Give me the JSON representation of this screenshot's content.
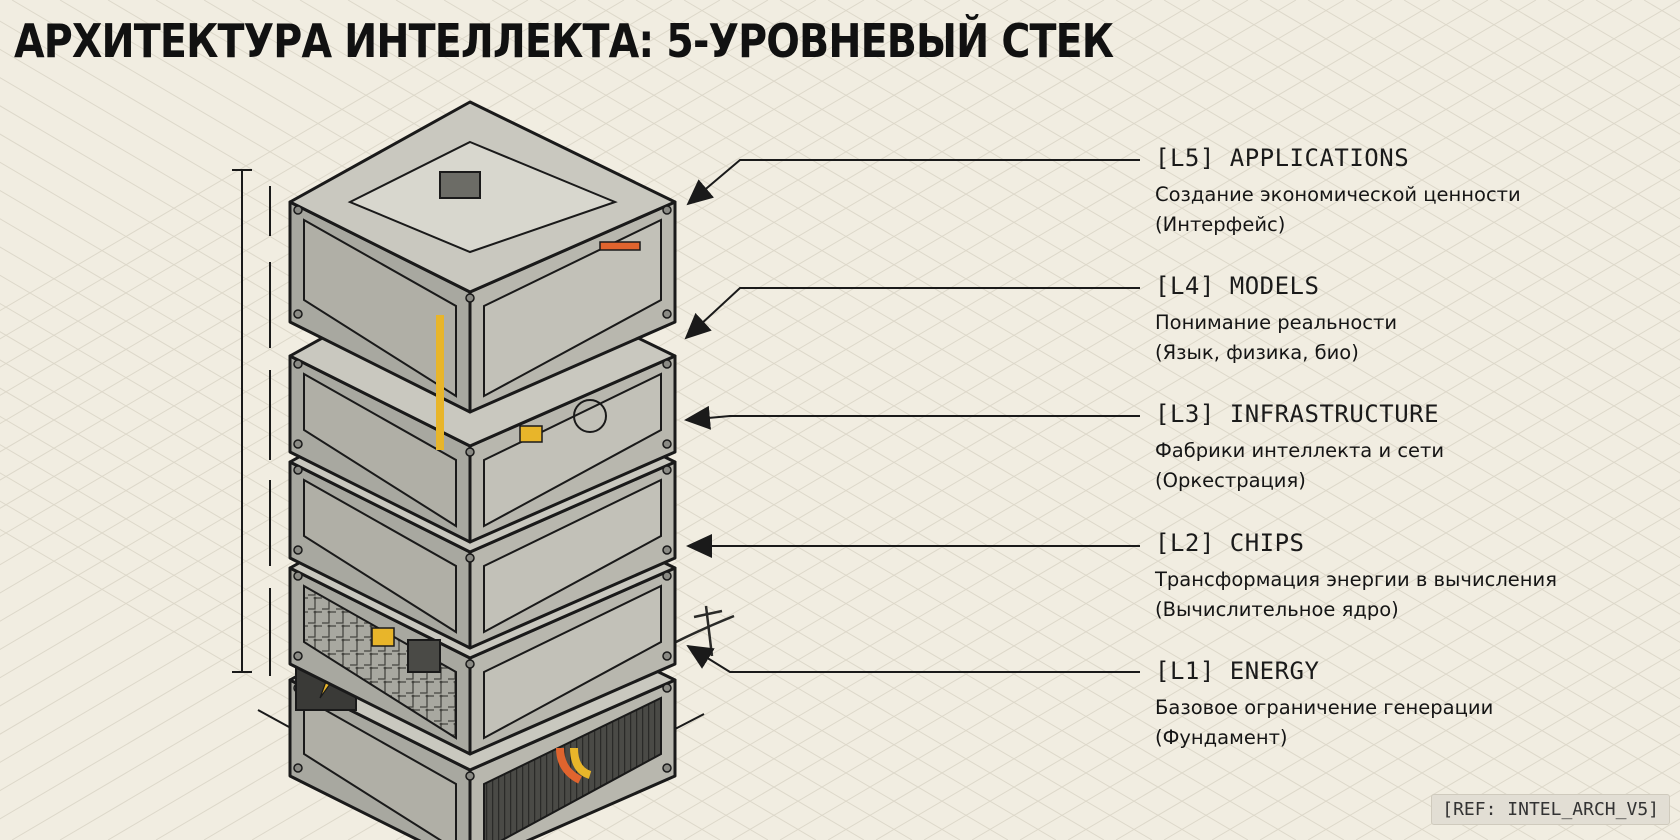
{
  "title": "АРХИТЕКТУРА ИНТЕЛЛЕКТА: 5-УРОВНЕВЫЙ СТЕК",
  "layers": [
    {
      "code": "[L5] APPLICATIONS",
      "desc": "Создание экономической ценности",
      "sub": "(Интерфейс)"
    },
    {
      "code": "[L4] MODELS",
      "desc": "Понимание реальности",
      "sub": "(Язык, физика, био)"
    },
    {
      "code": "[L3] INFRASTRUCTURE",
      "desc": "Фабрики интеллекта и сети",
      "sub": "(Оркестрация)"
    },
    {
      "code": "[L2] CHIPS",
      "desc": "Трансформация энергии в вычисления",
      "sub": "(Вычислительное ядро)"
    },
    {
      "code": "[L1] ENERGY",
      "desc": "Базовое ограничение генерации",
      "sub": "(Фундамент)"
    }
  ],
  "ref": "[REF: INTEL_ARCH_V5]",
  "colors": {
    "background": "#f1ede1",
    "metal": "#a8a8a0",
    "metal_dark": "#6c6c66",
    "accent_orange": "#e0642e",
    "accent_yellow": "#e8b52a",
    "ink": "#1a1a1a"
  }
}
